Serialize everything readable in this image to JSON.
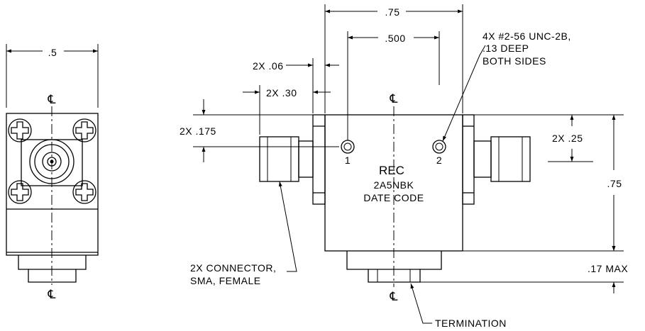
{
  "centerline_symbol": "℄",
  "dimensions": {
    "side_width": ".5",
    "overall_width": ".75",
    "hole_spacing": ".500",
    "flange_width": "2X .06",
    "connector_offset": "2X .30",
    "connector_height": "2X .175",
    "hole_height": "2X .25",
    "overall_height": ".75",
    "termination_height": ".17 MAX"
  },
  "notes": {
    "thread_spec": [
      "4X #2-56 UNC-2B,",
      ".13 DEEP",
      "BOTH SIDES"
    ],
    "connector": [
      "2X CONNECTOR,",
      "SMA, FEMALE"
    ],
    "termination": "TERMINATION"
  },
  "body_text": {
    "brand": "REC",
    "part_number": "2A5NBK",
    "date_code": "DATE CODE"
  },
  "port_labels": [
    "1",
    "2"
  ],
  "icons": [
    "mounting-screw-icon",
    "sma-jack-icon",
    "tapped-hole-icon",
    "arrow-icon"
  ]
}
